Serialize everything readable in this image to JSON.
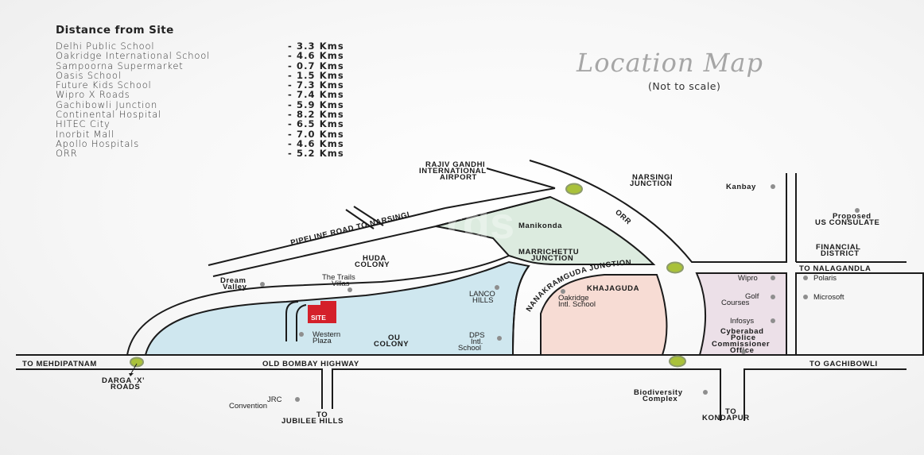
{
  "distance_panel": {
    "title": "Distance from Site",
    "rows": [
      {
        "name": "Delhi Public School",
        "distance": "- 3.3 Kms"
      },
      {
        "name": "Oakridge International School",
        "distance": "- 4.6 Kms"
      },
      {
        "name": "Sampoorna Supermarket",
        "distance": "- 0.7 Kms"
      },
      {
        "name": "Oasis School",
        "distance": "- 1.5 Kms"
      },
      {
        "name": "Future Kids School",
        "distance": "- 7.3 Kms"
      },
      {
        "name": "Wipro X Roads",
        "distance": "- 7.4 Kms"
      },
      {
        "name": "Gachibowli Junction",
        "distance": "- 5.9 Kms"
      },
      {
        "name": "Continental Hospital",
        "distance": "- 8.2 Kms"
      },
      {
        "name": "HITEC City",
        "distance": "- 6.5 Kms"
      },
      {
        "name": "Inorbit Mall",
        "distance": "- 7.0 Kms"
      },
      {
        "name": "Apollo Hospitals",
        "distance": "- 4.6 Kms"
      },
      {
        "name": "ORR",
        "distance": "- 5.2 Kms"
      }
    ]
  },
  "header": {
    "title": "Location Map",
    "subtitle": "(Not to scale)"
  },
  "colors": {
    "ou_colony_area": "#cfe7ef",
    "manikonda_area": "#dcebdf",
    "khajaguda_area": "#f7dcd4",
    "financial_area": "#ece0e8",
    "site_marker": "#d4202a",
    "junction_marker": "#a9c13a",
    "poi_marker": "#8e8e8e",
    "road_line": "#1b1b1b"
  },
  "roads": {
    "pipeline": "PIPELINE ROAD TO NARSINGI",
    "orr": "ORR",
    "nanakramguda": "NANAKRAMGUDA JUNCTION",
    "old_bombay": "OLD BOMBAY HIGHWAY",
    "to_mehdipatnam": "TO MEHDIPATNAM",
    "to_gachibowli": "TO GACHIBOWLI",
    "to_nalagandla": "TO NALAGANDLA",
    "to_jubilee": [
      "TO",
      "JUBILEE HILLS"
    ],
    "to_kondapur": [
      "TO",
      "KONDAPUR"
    ]
  },
  "areas": {
    "huda": [
      "HUDA",
      "COLONY"
    ],
    "ou": [
      "OU",
      "COLONY"
    ],
    "manikonda": "Manikonda",
    "khajaguda": "KHAJAGUDA",
    "financial": [
      "FINANCIAL",
      "DISTRICT"
    ]
  },
  "junctions": {
    "airport": [
      "RAJIV GANDHI",
      "INTERNATIONAL",
      "AIRPORT"
    ],
    "narsingi": [
      "NARSINGI",
      "JUNCTION"
    ],
    "marrichettu": [
      "MARRICHETTU",
      "JUNCTION"
    ],
    "darga": [
      "DARGA ‘X’",
      "ROADS"
    ]
  },
  "site": {
    "label": "SITE"
  },
  "pois": {
    "dream_valley": [
      "Dream",
      "Valley"
    ],
    "trails_villas": [
      "The Trails",
      "Villas"
    ],
    "lanco_hills": [
      "LANCO",
      "HILLS"
    ],
    "western_plaza": [
      "Western",
      "Plaza"
    ],
    "dps": [
      "DPS",
      "Intl.",
      "School"
    ],
    "oakridge": [
      "Oakridge",
      "Intl. School"
    ],
    "kanbay": "Kanbay",
    "us_consulate": [
      "Proposed",
      "US CONSULATE"
    ],
    "wipro": "Wipro",
    "golf": [
      "Golf",
      "Courses"
    ],
    "infosys": "Infosys",
    "cyberabad": [
      "Cyberabad",
      "Police",
      "Commissioner",
      "Office"
    ],
    "polaris": "Polaris",
    "microsoft": "Microsoft",
    "jrc": [
      "JRC",
      "Convention"
    ],
    "biodiversity": [
      "Biodiversity",
      "Complex"
    ]
  }
}
